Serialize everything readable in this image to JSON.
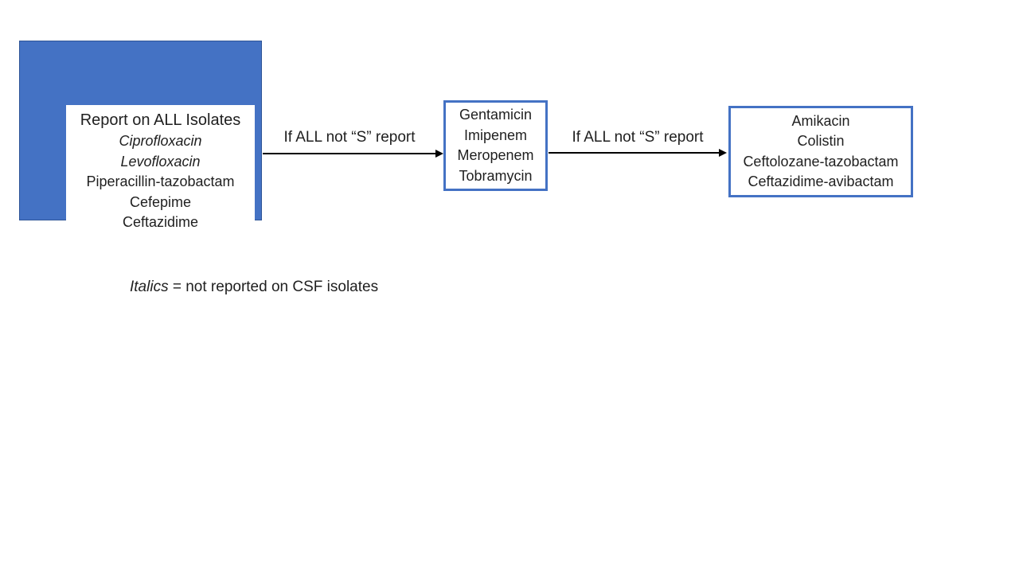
{
  "diagram": {
    "box1": {
      "title": "Report on ALL Isolates",
      "items": [
        {
          "text": "Ciprofloxacin",
          "italic": true
        },
        {
          "text": "Levofloxacin",
          "italic": true
        },
        {
          "text": "Piperacillin-tazobactam",
          "italic": false
        },
        {
          "text": "Cefepime",
          "italic": false
        },
        {
          "text": "Ceftazidime",
          "italic": false
        }
      ]
    },
    "arrow1": {
      "label": "If ALL not “S” report"
    },
    "box2": {
      "items": [
        "Gentamicin",
        "Imipenem",
        "Meropenem",
        "Tobramycin"
      ]
    },
    "arrow2": {
      "label": "If ALL not “S” report"
    },
    "box3": {
      "items": [
        "Amikacin",
        "Colistin",
        "Ceftolozane-tazobactam",
        "Ceftazidime-avibactam"
      ]
    },
    "footnote": {
      "italic_part": "Italics",
      "rest": " = not reported on CSF isolates"
    },
    "colors": {
      "blue_fill": "#4472C4",
      "blue_fill_border": "#2F5597",
      "box_border": "#4472C4",
      "arrow": "#000000",
      "text": "#1f1f1f"
    }
  }
}
